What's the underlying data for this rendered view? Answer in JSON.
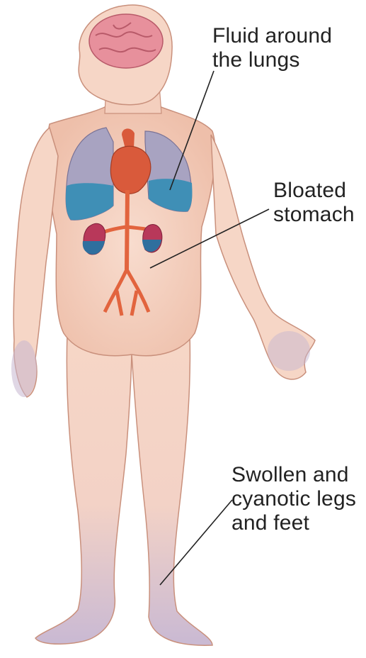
{
  "labels": {
    "lungs": "Fluid around\nthe lungs",
    "stomach": "Bloated\nstomach",
    "legs": "Swollen and\ncyanotic legs\nand feet"
  },
  "colors": {
    "skin": "#f6d6c6",
    "skin_shadow": "#e8b9a5",
    "outline": "#c9907c",
    "lung": "#a8a3c1",
    "lung_fluid": "#3f8fb6",
    "heart": "#d95a3b",
    "artery": "#e2643e",
    "kidney": "#b8385a",
    "kidney_fluid": "#2f6f9e",
    "brain": "#e7909c",
    "cyanosis": "#c6b6cf",
    "leader": "#222222"
  }
}
